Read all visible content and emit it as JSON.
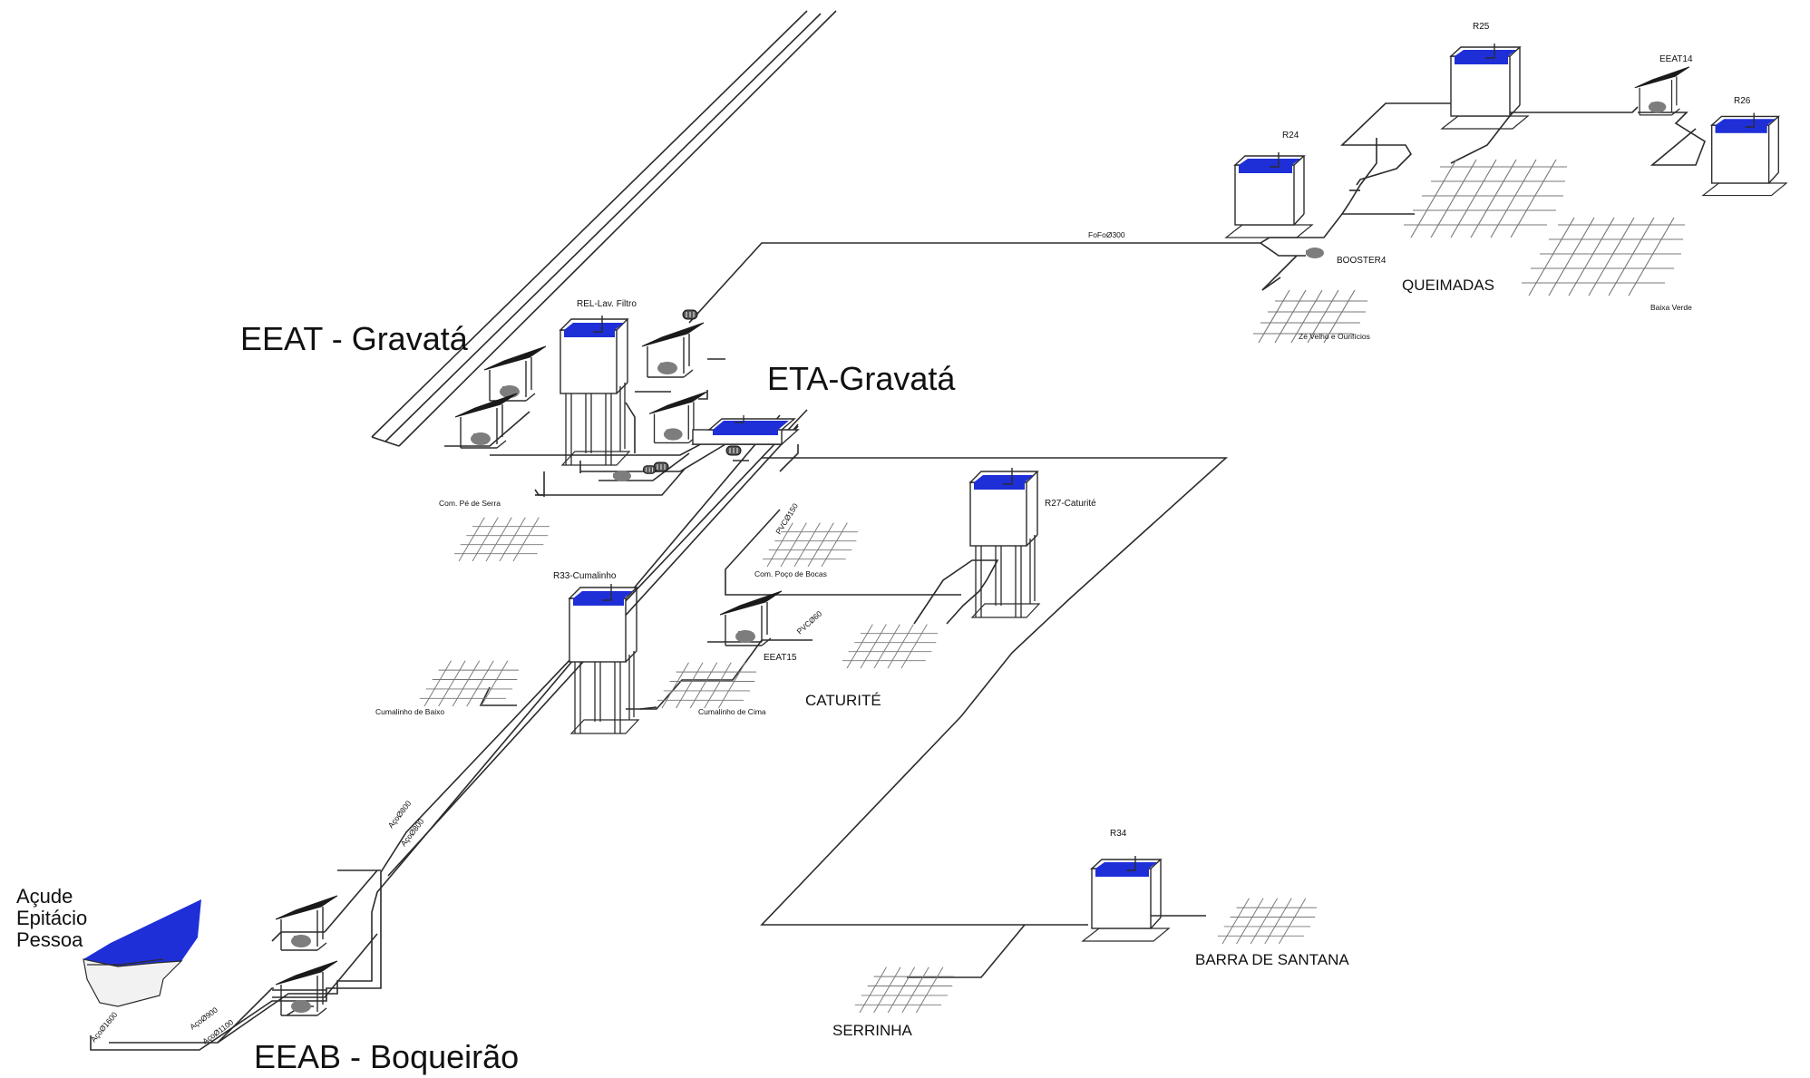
{
  "stations": {
    "eeat_gravata": "EEAT - Gravatá",
    "eta_gravata": "ETA-Gravatá",
    "eeab_boqueirao": "EEAB - Boqueirão",
    "acude": [
      "Açude",
      "Epitácio",
      "Pessoa"
    ],
    "booster4": "BOOSTER4",
    "eeat14": "EEAT14",
    "eeat15": "EEAT15"
  },
  "reservoirs": {
    "rel_lav_filtro": "REL-Lav. Filtro",
    "r24": "R24",
    "r25": "R25",
    "r26": "R26",
    "r27": "R27-Caturité",
    "r33": "R33-Cumalinho",
    "r34": "R34"
  },
  "towns": {
    "queimadas": "QUEIMADAS",
    "caturite": "CATURITÉ",
    "barra_santana": "BARRA DE SANTANA",
    "serrinha": "SERRINHA",
    "baixa_verde": "Baixa Verde",
    "ze_velho": "Zé Velho e Ourifícios",
    "com_pe_serra": "Com. Pé de Serra",
    "com_poco_bocas": "Com. Poço de Bocas",
    "cumalinho_baixo": "Cumalinho de Baixo",
    "cumalinho_cima": "Cumalinho de Cima"
  },
  "pipes": {
    "fofo300": "FoFoØ300",
    "pvc150": "PVCØ150",
    "pvc60": "PVCØ60",
    "aco800_a": "AçoØ800",
    "aco800_b": "AçoØ800",
    "aco900": "AçoØ900",
    "aco1100": "AçoØ1100",
    "aco1600": "AçoØ1600"
  },
  "colors": {
    "water": "#1f2fd8",
    "line": "#2b2b2b",
    "roof": "#1a1a1a",
    "pump": "#7d7d7d"
  }
}
